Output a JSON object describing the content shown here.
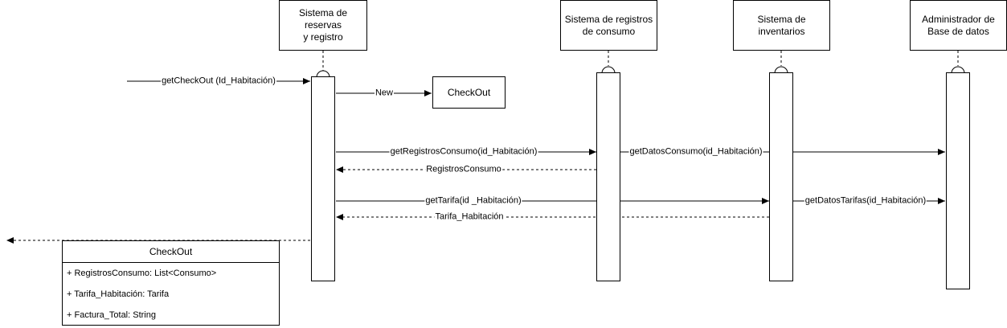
{
  "lifelines": [
    {
      "name": "Sistema de reservas\ny registro"
    },
    {
      "name": "Sistema de registros\nde consumo"
    },
    {
      "name": "Sistema de\ninventarios"
    },
    {
      "name": "Administrador de\nBase de datos"
    }
  ],
  "messages": [
    {
      "label": "getCheckOut (Id_Habitación)",
      "type": "sync"
    },
    {
      "label": "New",
      "type": "create"
    },
    {
      "label": "getRegistrosConsumo(id_Habitación)",
      "type": "sync"
    },
    {
      "label": "getDatosConsumo(id_Habitación)",
      "type": "sync"
    },
    {
      "label": "RegistrosConsumo",
      "type": "return"
    },
    {
      "label": "getTarifa(id _Habitación)",
      "type": "sync"
    },
    {
      "label": "getDatosTarifas(id_Habitación)",
      "type": "sync"
    },
    {
      "label": "Tarifa_Habitación",
      "type": "return"
    }
  ],
  "created_object": {
    "name": "CheckOut"
  },
  "class_box": {
    "title": "CheckOut",
    "attributes": [
      "+ RegistrosConsumo: List<Consumo>",
      "+ Tarifa_Habitación: Tarifa",
      "+ Factura_Total: String"
    ]
  }
}
